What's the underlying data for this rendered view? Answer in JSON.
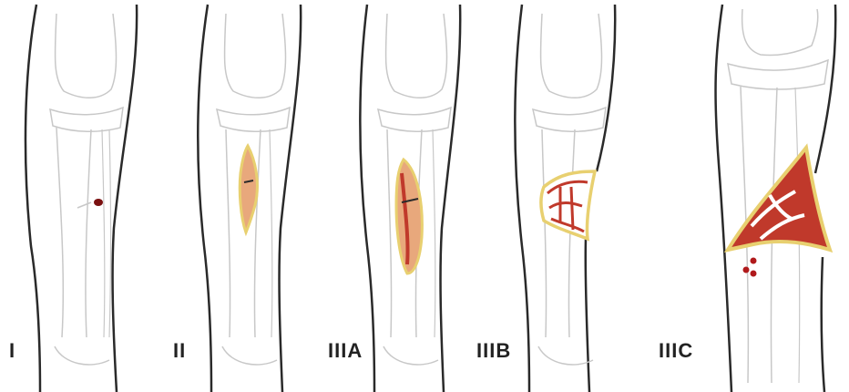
{
  "panels": [
    {
      "label": "I"
    },
    {
      "label": "II"
    },
    {
      "label": "IIIA"
    },
    {
      "label": "IIIB"
    },
    {
      "label": "IIIC"
    }
  ],
  "colors": {
    "outline": "#2a2a2a",
    "bone": "#c8c8c8",
    "wound_rim": "#e8d070",
    "wound_flesh": "#c0392b",
    "blood": "#b0191b",
    "dot": "#7a1010"
  },
  "icons": [
    "leg-outline",
    "tibia-bone",
    "fibula-bone",
    "wound",
    "blood-drop"
  ]
}
